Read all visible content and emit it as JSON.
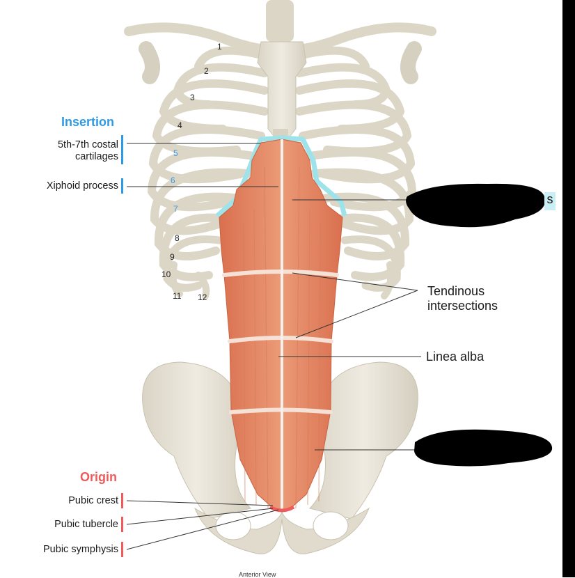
{
  "colors": {
    "insertion": "#2e9ae6",
    "origin": "#ef5b5b",
    "bone": "#e7e3d8",
    "muscle": "#e78c68",
    "cartilage_highlight": "#9fe3ea",
    "redaction": "#000000"
  },
  "insertion": {
    "heading": "Insertion",
    "items": [
      {
        "label_line1": "5th-7th costal",
        "label_line2": "cartilages"
      },
      {
        "label": "Xiphoid process"
      }
    ]
  },
  "origin": {
    "heading": "Origin",
    "items": [
      {
        "label": "Pubic crest"
      },
      {
        "label": "Pubic tubercle"
      },
      {
        "label": "Pubic symphysis"
      }
    ]
  },
  "rib_numbers": {
    "r1": "1",
    "r2": "2",
    "r3": "3",
    "r4": "4",
    "r5": "5",
    "r6": "6",
    "r7": "7",
    "r8": "8",
    "r9": "9",
    "r10": "10",
    "r11": "11",
    "r12": "12"
  },
  "right_labels": {
    "tendinous_line1": "Tendinous",
    "tendinous_line2": "intersections",
    "linea_alba": "Linea alba",
    "partial_label_fragment": "s"
  },
  "caption": "Anterior View",
  "redactions": [
    "top-right-label-redacted",
    "lower-right-label-redacted"
  ]
}
